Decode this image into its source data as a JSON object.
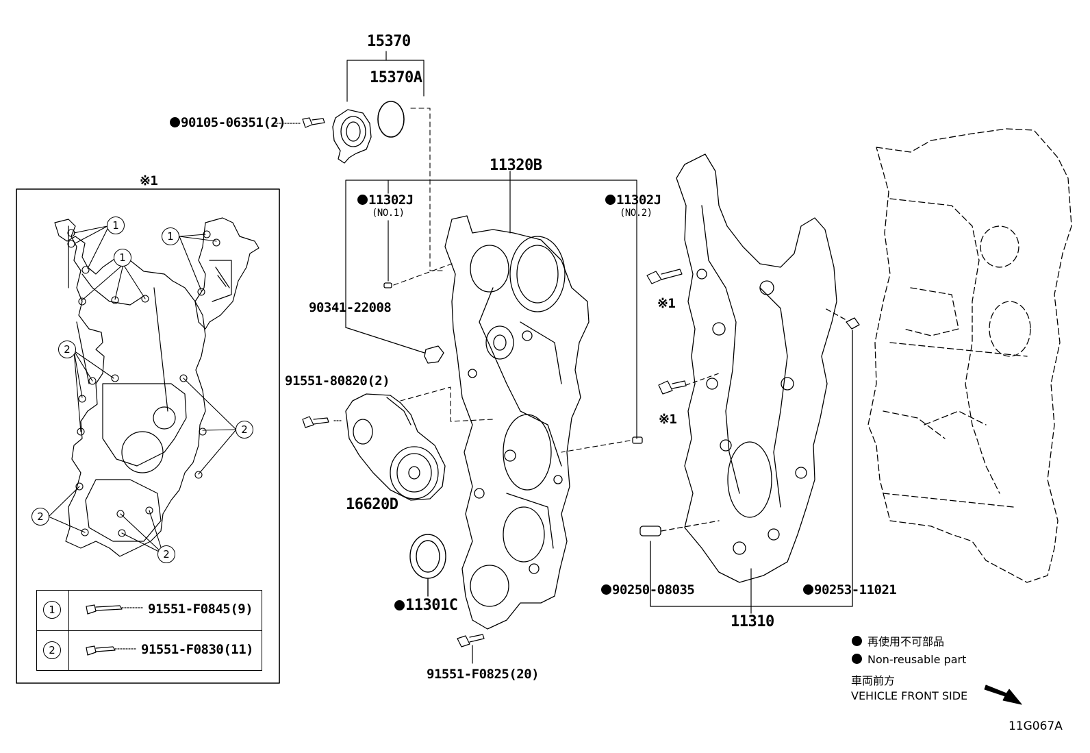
{
  "diagram_id": "11G067A",
  "inset_marker": "※1",
  "parts": {
    "p15370": "15370",
    "p15370A": "15370A",
    "p90105": "90105-06351(2)",
    "p11320B": "11320B",
    "p11302J_1": "11302J",
    "p11302J_1_sub": "(NO.1)",
    "p11302J_2": "11302J",
    "p11302J_2_sub": "(NO.2)",
    "p90341": "90341-22008",
    "p91551_808": "91551-80820(2)",
    "p16620D": "16620D",
    "p11301C": "11301C",
    "p91551_F0825": "91551-F0825(20)",
    "p90250": "90250-08035",
    "p90253": "90253-11021",
    "p11310": "11310",
    "ref_mark": "※1"
  },
  "inset_callouts": {
    "one": "1",
    "two": "2"
  },
  "legend_table": [
    {
      "num": "1",
      "part": "91551-F0845(9)"
    },
    {
      "num": "2",
      "part": "91551-F0830(11)"
    }
  ],
  "legend": {
    "nonreusable_jp": "再使用不可部品",
    "nonreusable_en": "Non-reusable part",
    "front_jp": "車両前方",
    "front_en": "VEHICLE FRONT SIDE"
  },
  "colors": {
    "ink": "#000000",
    "paper": "#ffffff"
  }
}
